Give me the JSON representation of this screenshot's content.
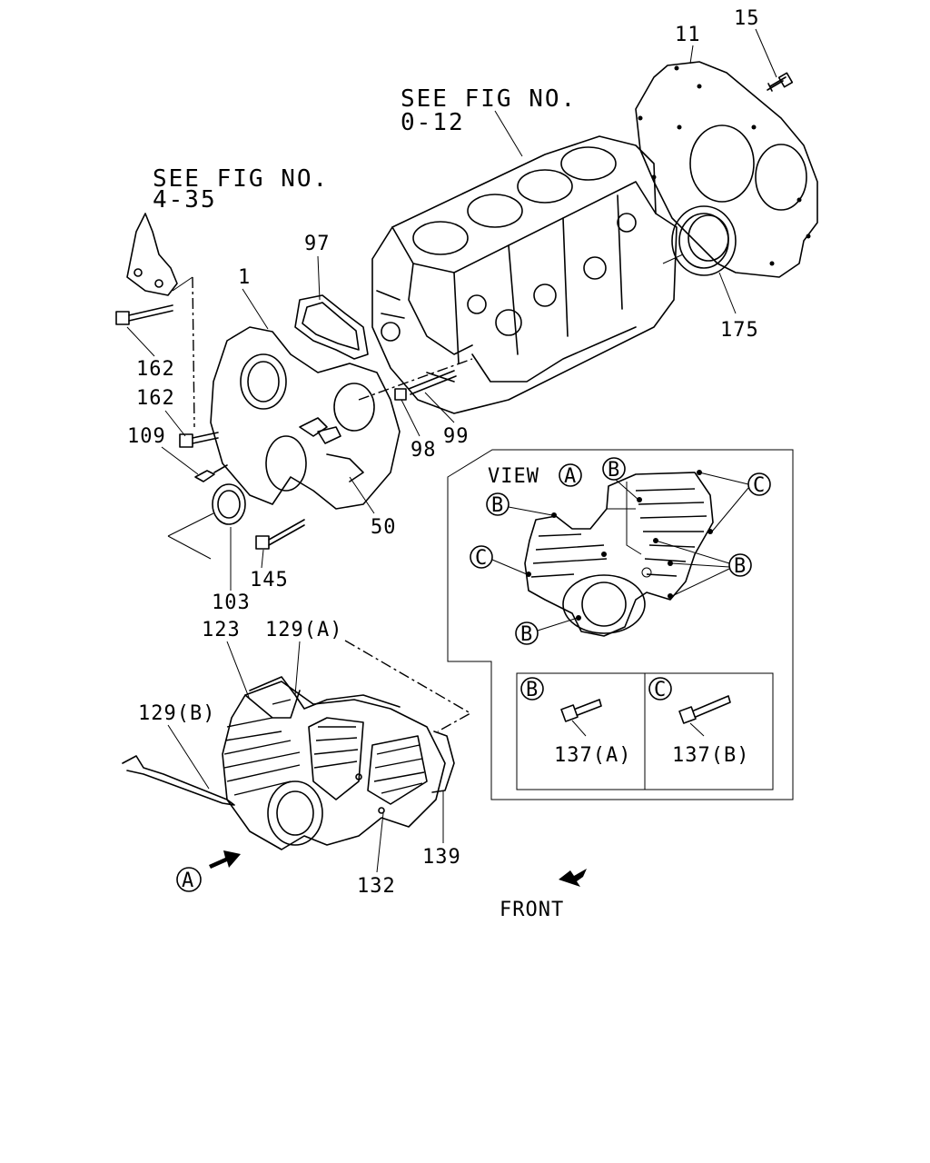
{
  "notes": {
    "see_fig_top_line1": "SEE FIG NO.",
    "see_fig_top_line2": "0-12",
    "see_fig_left_line1": "SEE FIG NO.",
    "see_fig_left_line2": "4-35",
    "front": "FRONT"
  },
  "callouts": {
    "p11": "11",
    "p15": "15",
    "p97": "97",
    "p1": "1",
    "p162a": "162",
    "p162b": "162",
    "p109": "109",
    "p175": "175",
    "p98": "98",
    "p99": "99",
    "p50": "50",
    "p103": "103",
    "p145": "145",
    "p123": "123",
    "p129a": "129(A)",
    "p129b": "129(B)",
    "p132": "132",
    "p139": "139"
  },
  "view_a": {
    "title": "VIEW",
    "title_marker": "A",
    "markers": {
      "b": "B",
      "c": "C"
    },
    "arrow_marker": "A"
  },
  "bolt_boxes": [
    {
      "marker": "B",
      "part": "137(A)"
    },
    {
      "marker": "C",
      "part": "137(B)"
    }
  ]
}
